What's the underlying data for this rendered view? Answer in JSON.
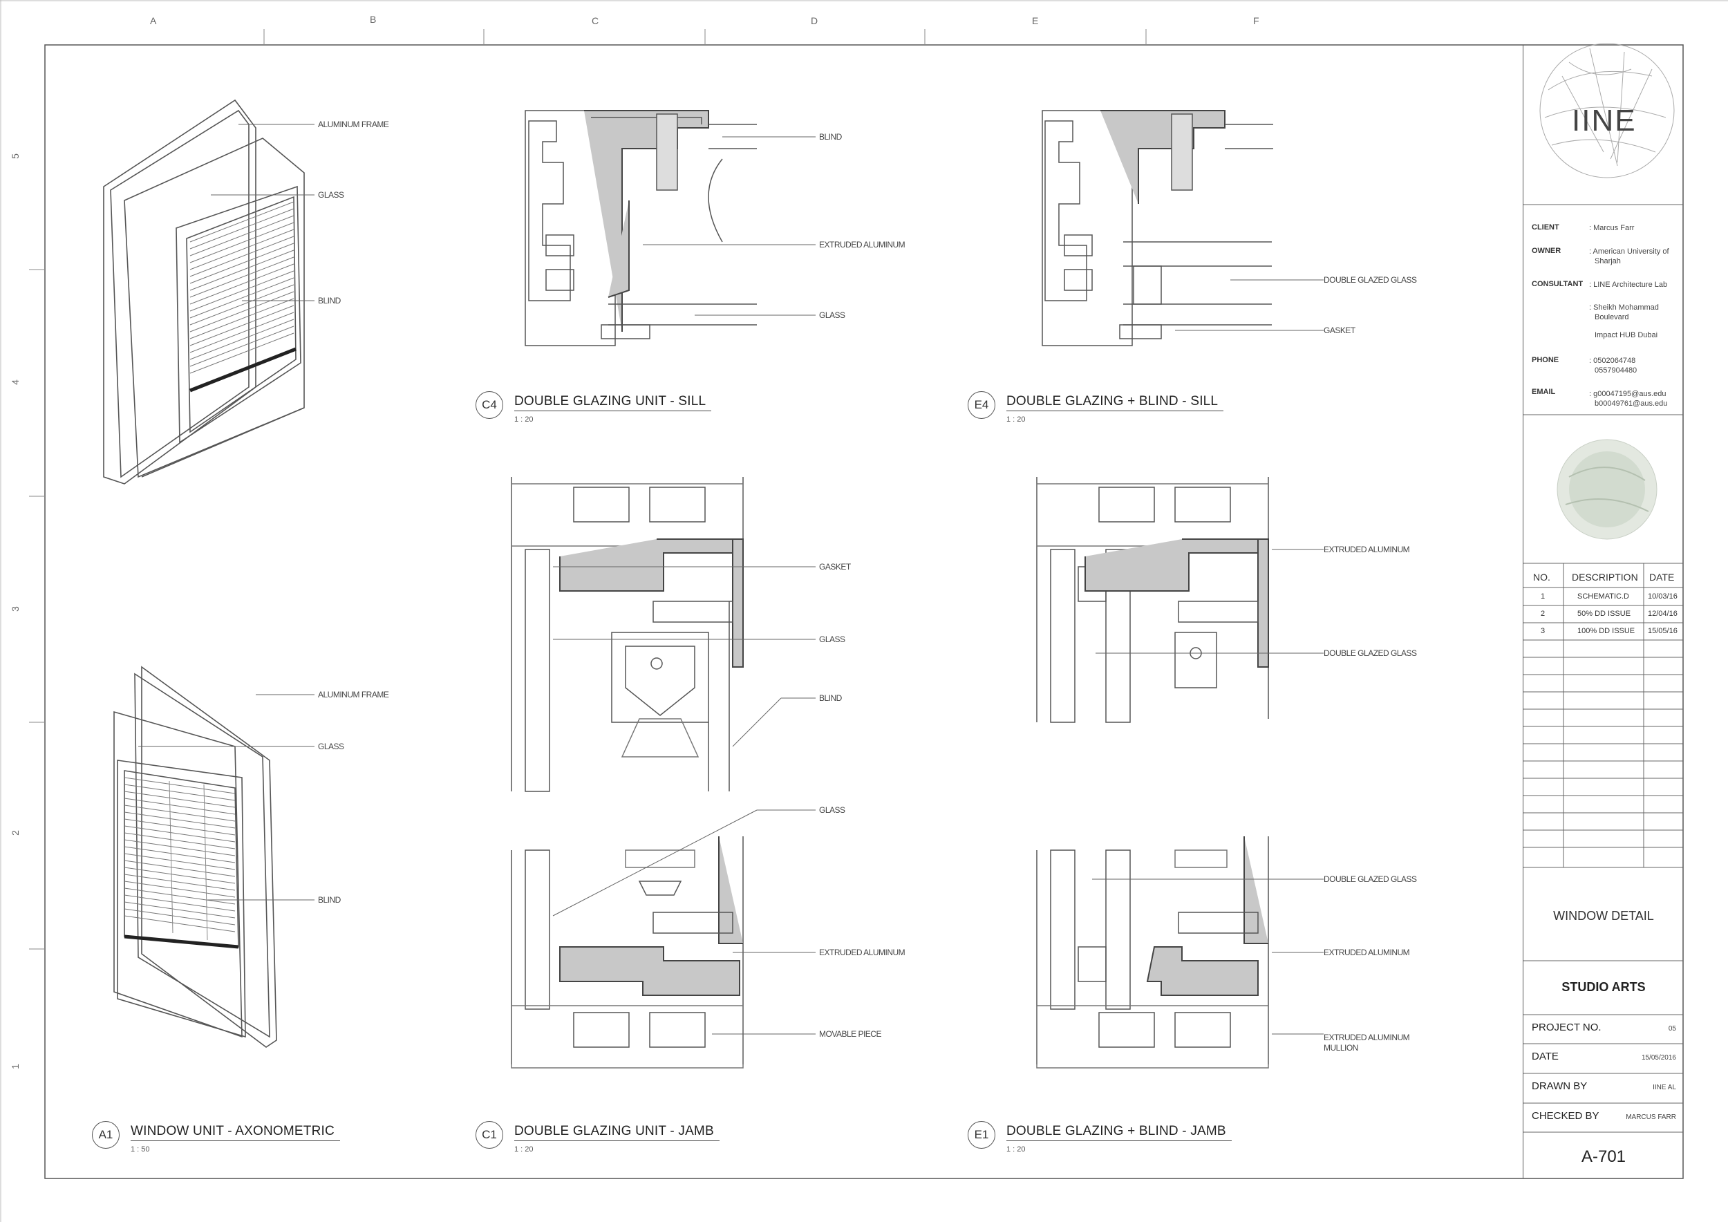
{
  "grid": {
    "columns": [
      "A",
      "B",
      "C",
      "D",
      "E",
      "F"
    ],
    "rows": [
      "5",
      "4",
      "3",
      "2",
      "1"
    ]
  },
  "details": {
    "a1": {
      "tag": "A1",
      "title": "WINDOW UNIT - AXONOMETRIC",
      "scale": "1 : 50"
    },
    "c4": {
      "tag": "C4",
      "title": "DOUBLE GLAZING UNIT - SILL",
      "scale": "1 : 20"
    },
    "e4": {
      "tag": "E4",
      "title": "DOUBLE GLAZING + BLIND - SILL",
      "scale": "1 : 20"
    },
    "c1": {
      "tag": "C1",
      "title": "DOUBLE GLAZING UNIT -   JAMB",
      "scale": "1 : 20"
    },
    "e1": {
      "tag": "E1",
      "title": "DOUBLE GLAZING + BLIND - JAMB",
      "scale": "1 : 20"
    }
  },
  "labels": {
    "aluminum_frame": "ALUMINUM FRAME",
    "glass": "GLASS",
    "blind": "BLIND",
    "extruded_aluminum": "EXTRUDED ALUMINUM",
    "double_glazed_glass": "DOUBLE GLAZED GLASS",
    "gasket": "GASKET",
    "movable_piece": "MOVABLE PIECE",
    "extruded_aluminum_mullion_1": "EXTRUDED ALUMINUM",
    "extruded_aluminum_mullion_2": "MULLION"
  },
  "title_block": {
    "logo_text": "IINE",
    "client_key": "CLIENT",
    "client_val": ": Marcus Farr",
    "owner_key": "OWNER",
    "owner_val_1": ": American University of",
    "owner_val_2": "Sharjah",
    "consultant_key": "CONSULTANT",
    "consultant_val": ": LINE Architecture Lab",
    "address_1": ": Sheikh Mohammad",
    "address_2": "Boulevard",
    "address_3": "Impact HUB Dubai",
    "phone_key": "PHONE",
    "phone_1": ": 0502064748",
    "phone_2": "0557904480",
    "email_key": "EMAIL",
    "email_1": ": g00047195@aus.edu",
    "email_2": "b00049761@aus.edu",
    "rev_headers": {
      "no": "NO.",
      "desc": "DESCRIPTION",
      "date": "DATE"
    },
    "revisions": [
      {
        "no": "1",
        "desc": "SCHEMATIC.D",
        "date": "10/03/16"
      },
      {
        "no": "2",
        "desc": "50% DD ISSUE",
        "date": "12/04/16"
      },
      {
        "no": "3",
        "desc": "100% DD ISSUE",
        "date": "15/05/16"
      }
    ],
    "drawing_title": "WINDOW DETAIL",
    "studio": "STUDIO ARTS",
    "project_no_key": "PROJECT NO.",
    "project_no_val": "05",
    "date_key": "DATE",
    "date_val": "15/05/2016",
    "drawn_by_key": "DRAWN BY",
    "drawn_by_val": "IINE AL",
    "checked_by_key": "CHECKED BY",
    "checked_by_val": "MARCUS FARR",
    "sheet_no": "A-701"
  },
  "colors": {
    "line": "#555555",
    "section_fill": "#c8c8c8",
    "paper": "#ffffff"
  }
}
